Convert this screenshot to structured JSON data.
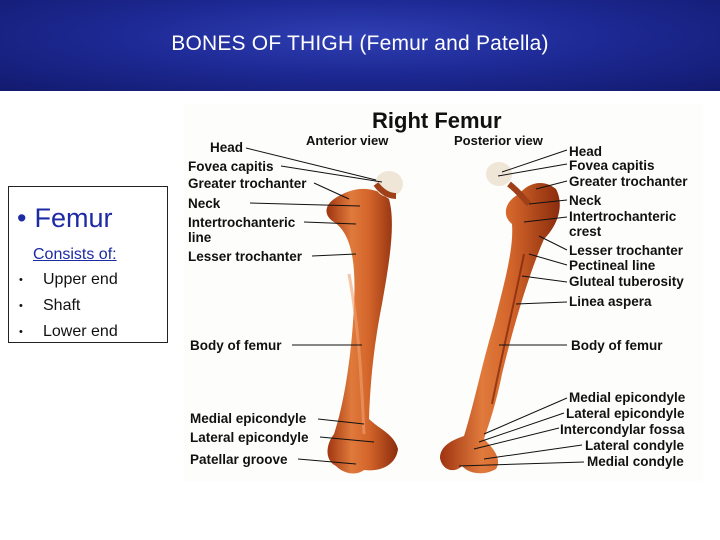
{
  "header": {
    "title": "BONES OF THIGH (Femur and Patella)"
  },
  "textbox": {
    "heading": "Femur",
    "subheading": "Consists of:",
    "items": [
      "Upper end",
      "Shaft",
      "Lower end"
    ]
  },
  "figure": {
    "title": "Right Femur",
    "anterior_view": "Anterior view",
    "posterior_view": "Posterior view",
    "left_labels": [
      "Head",
      "Fovea capitis",
      "Greater trochanter",
      "Neck",
      "Intertrochanteric",
      "line",
      "Lesser trochanter",
      "Body of femur",
      "Medial epicondyle",
      "Lateral epicondyle",
      "Patellar groove"
    ],
    "right_labels": [
      "Head",
      "Fovea capitis",
      "Greater trochanter",
      "Neck",
      "Intertrochanteric",
      "crest",
      "Lesser trochanter",
      "Pectineal line",
      "Gluteal tuberosity",
      "Linea aspera",
      "Body of femur",
      "Medial epicondyle",
      "Lateral epicondyle",
      "Intercondylar fossa",
      "Lateral condyle",
      "Medial condyle"
    ]
  },
  "colors": {
    "header_bg": "#1e2a96",
    "accent_text": "#1c2aa4",
    "bone": "#c8531e"
  }
}
